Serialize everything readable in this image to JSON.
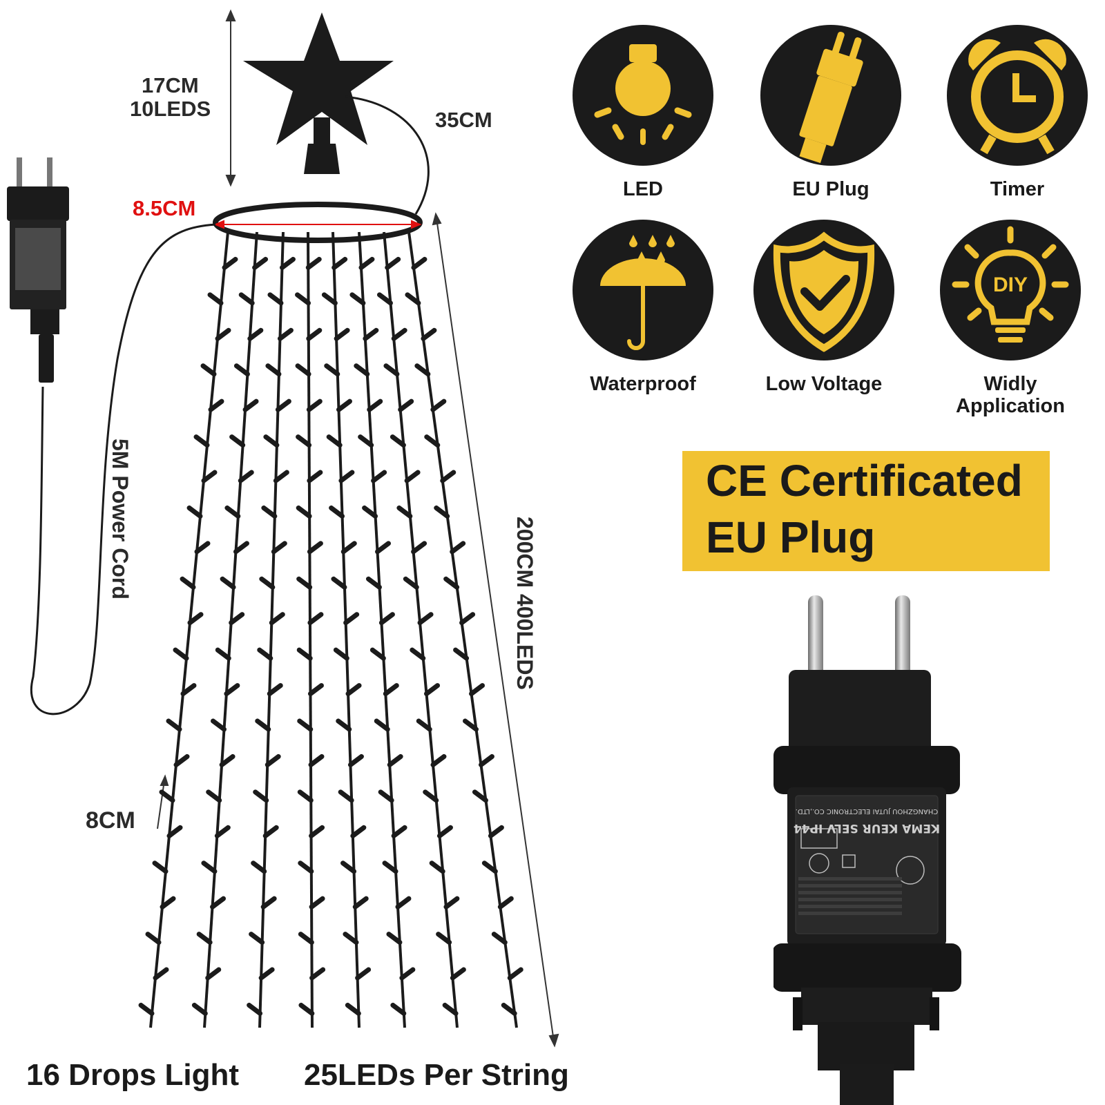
{
  "diagram": {
    "star_height": "17CM",
    "star_leds": "10LEDS",
    "star_cable": "35CM",
    "ring_diameter": "8.5CM",
    "power_cord": "5M Power Cord",
    "drop_length": "200CM 400LEDS",
    "led_spacing": "8CM",
    "drops_label": "16 Drops Light",
    "leds_per_string": "25LEDs Per String"
  },
  "features": [
    {
      "label": "LED",
      "icon": "light-bulb-icon"
    },
    {
      "label": "EU Plug",
      "icon": "plug-icon"
    },
    {
      "label": "Timer",
      "icon": "alarm-clock-icon"
    },
    {
      "label": "Waterproof",
      "icon": "umbrella-icon"
    },
    {
      "label": "Low Voltage",
      "icon": "shield-check-icon"
    },
    {
      "label": "Widly Application",
      "icon": "diy-bulb-icon"
    }
  ],
  "banner": {
    "line1": "CE Certificated",
    "line2": "EU Plug"
  },
  "adapter_label": {
    "manufacturer": "CHANGZHOU JUTAI ELECTRONIC CO.,LTD.",
    "marks": "KEMA KEUR  SELV IP44"
  },
  "colors": {
    "accent": "#f1c232",
    "icon_bg": "#1b1b1b",
    "dimension_red": "#e01010"
  }
}
